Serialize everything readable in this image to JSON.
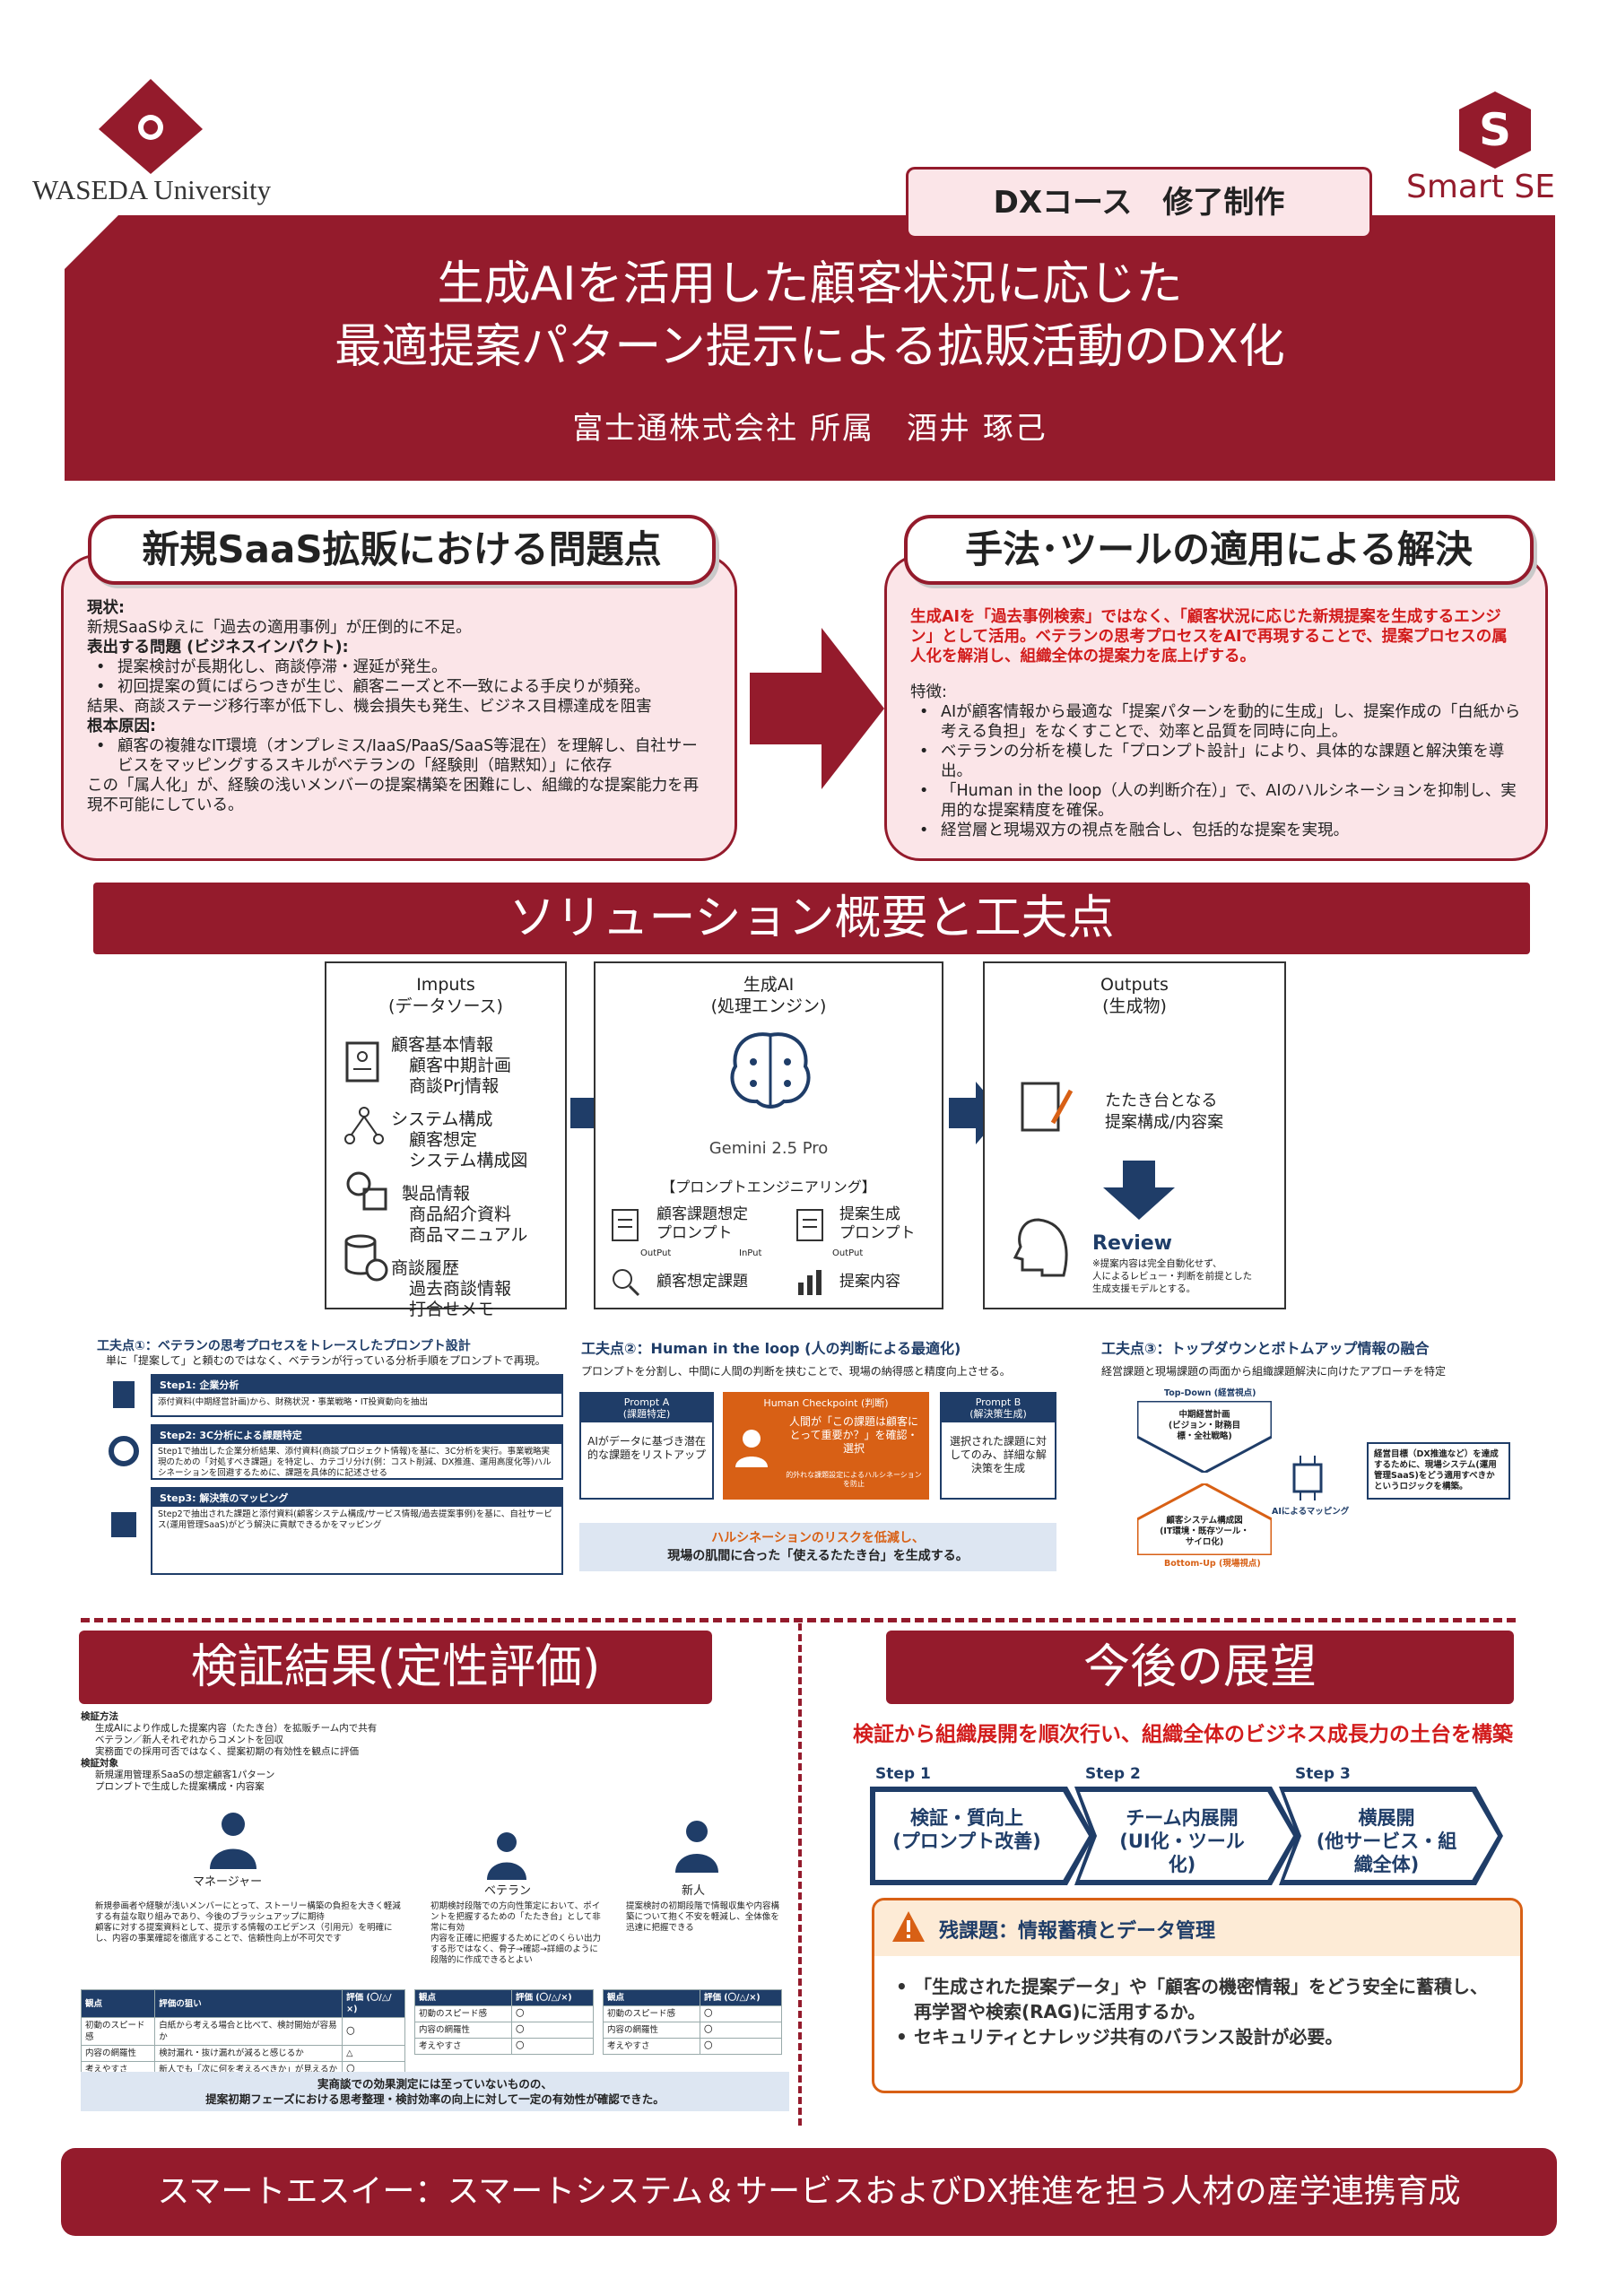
{
  "header": {
    "university": "WASEDA University",
    "smartse": "Smart SE",
    "course_tag": "DXコース　修了制作",
    "title_line1": "生成AIを活用した顧客状況に応じた",
    "title_line2": "最適提案パターン提示による拡販活動のDX化",
    "author": "富士通株式会社 所属　酒井 琢己"
  },
  "problem": {
    "heading": "新規SaaS拡販における問題点",
    "status_label": "現状:",
    "status_text": "新規SaaSゆえに「過去の適用事例」が圧倒的に不足。",
    "impact_label": "表出する問題 (ビジネスインパクト):",
    "impact_items": [
      "提案検討が長期化し、商談停滞・遅延が発生。",
      "初回提案の質にばらつきが生じ、顧客ニーズと不一致による手戻りが頻発。"
    ],
    "impact_text": "結果、商談ステージ移行率が低下し、機会損失も発生、ビジネス目標達成を阻害",
    "cause_label": "根本原因:",
    "cause_items": [
      "顧客の複雑なIT環境（オンプレミス/IaaS/PaaS/SaaS等混在）を理解し、自社サービスをマッピングするスキルがベテランの「経験則（暗黙知）」に依存"
    ],
    "cause_text": "この「属人化」が、経験の浅いメンバーの提案構築を困難にし、組織的な提案能力を再現不可能にしている。"
  },
  "solution": {
    "heading": "手法･ツールの適用による解決",
    "lead": "生成AIを「過去事例検索」ではなく、「顧客状況に応じた新規提案を生成するエンジン」として活用。ベテランの思考プロセスをAIで再現することで、提案プロセスの属人化を解消し、組織全体の提案力を底上げする。",
    "feature_label": "特徴:",
    "items": [
      "AIが顧客情報から最適な「提案パターンを動的に生成」し、提案作成の「白紙から考える負担」をなくすことで、効率と品質を同時に向上。",
      "ベテランの分析を模した「プロンプト設計」により、具体的な課題と解決策を導出。",
      "「Human in the loop（人の判断介在）」で、AIのハルシネーションを抑制し、実用的な提案精度を確保。",
      "経営層と現場双方の視点を融合し、包括的な提案を実現。"
    ]
  },
  "overview": {
    "heading": "ソリューション概要と工夫点",
    "inputs_title": "Imputs\n(データソース)",
    "inputs": [
      {
        "name": "顧客基本情報",
        "subs": [
          "顧客中期計画",
          "商談Prj情報"
        ]
      },
      {
        "name": "システム構成",
        "subs": [
          "顧客想定",
          "システム構成図"
        ]
      },
      {
        "name": "製品情報",
        "subs": [
          "商品紹介資料",
          "商品マニュアル"
        ]
      },
      {
        "name": "商談履歴",
        "subs": [
          "過去商談情報",
          "打合せメモ"
        ]
      }
    ],
    "ai_title": "生成AI\n(処理エンジン)",
    "ai_model": "Gemini 2.5 Pro",
    "prompt_label": "【プロンプトエンジニアリング】",
    "p1": "顧客課題想定\nプロンプト",
    "p2": "提案生成\nプロンプト",
    "p3": "顧客想定課題",
    "p4": "提案内容",
    "output_lbl": "OutPut",
    "input_lbl": "InPut",
    "outputs_title": "Outputs\n(生成物)",
    "output_item": "たたき台となる\n提案構成/内容案",
    "review": "Review",
    "review_note": "※提案内容は完全自動化せず、\n人によるレビュー・判断を前提とした\n生成支援モデルとする。"
  },
  "points": [
    {
      "title": "工夫点①：ベテランの思考プロセスをトレースしたプロンプト設計",
      "sub": "単に「提案して」と頼むのではなく、ベテランが行っている分析手順をプロンプトで再現。",
      "steps": [
        {
          "h": "Step1: 企業分析",
          "t": "添付資料(中期経営計画)から、財務状況・事業戦略・IT投資動向を抽出"
        },
        {
          "h": "Step2: 3C分析による課題特定",
          "t": "Step1で抽出した企業分析結果、添付資料(商談プロジェクト情報)を基に、3C分析を実行。事業戦略実現のための「対処すべき課題」を特定し、カテゴリ分け(例：コスト削減、DX推進、運用高度化等)ハルシネーションを回避するために、課題を具体的に記述させる"
        },
        {
          "h": "Step3: 解決策のマッピング",
          "t": "Step2で抽出された課題と添付資料(顧客システム構成/サービス情報/過去提案事例)を基に、自社サービス(運用管理SaaS)がどう解決に貢献できるかをマッピング"
        }
      ]
    },
    {
      "title": "工夫点②：Human in the loop (人の判断による最適化)",
      "sub": "プロンプトを分割し、中間に人間の判断を挟むことで、現場の納得感と精度向上させる。",
      "a_head": "Prompt A\n(課題特定)",
      "a_text": "AIがデータに基づき潜在的な課題をリストアップ",
      "hc_head": "Human Checkpoint (判断)",
      "hc_text": "人間が「この課題は顧客にとって重要か？」を確認・選択",
      "hc_note": "的外れな課題設定によるハルシネーションを防止",
      "b_head": "Prompt B\n(解決策生成)",
      "b_text": "選択された課題に対してのみ、詳細な解決策を生成",
      "bottom1": "ハルシネーションのリスクを低減し、",
      "bottom2": "現場の肌間に合った「使えるたたき台」を生成する。"
    },
    {
      "title": "工夫点③：トップダウンとボトムアップ情報の融合",
      "sub": "経営課題と現場課題の両面から組織課題解決に向けたアプローチを特定",
      "top": "Top-Down (経営視点)",
      "top_box": "中期経営計画\n(ビジョン・財務目標・全社戦略)",
      "bottom": "Bottom-Up (現場視点)",
      "bottom_box": "顧客システム構成図\n(IT環境・既存ツール・サイロ化)",
      "ai_map": "AIによるマッピング",
      "result": "経営目標（DX推進など）を達成するために、現場システム(運用管理SaaS)をどう適用すべきかというロジックを構築。"
    }
  ],
  "verification": {
    "heading": "検証結果(定性評価)",
    "method_label": "検証方法",
    "method_items": [
      "生成AIにより作成した提案内容（たたき台）を拡販チーム内で共有",
      "ベテラン／新人それぞれからコメントを回収",
      "実務面での採用可否ではなく、提案初期の有効性を観点に評価"
    ],
    "target_label": "検証対象",
    "target_items": [
      "新規運用管理系SaaSの想定顧客1パターン",
      "プロンプトで生成した提案構成・内容案"
    ],
    "roles": [
      {
        "name": "マネージャー",
        "notes": [
          "新規参画者や経験が浅いメンバーにとって、ストーリー構築の負担を大きく軽減する有益な取り組みであり、今後のブラッシュアップに期待",
          "顧客に対する提案資料として、提示する情報のエビデンス（引用元）を明確にし、内容の事業確認を徹底することで、信頼性向上が不可欠です"
        ]
      },
      {
        "name": "ベテラン",
        "notes": [
          "初期検討段階での方向性策定において、ポイントを把握するための「たたき台」として非常に有効",
          "内容を正確に把握するためにどのくらい出力する形ではなく、骨子→確認→詳細のように段階的に作成できるとよい"
        ]
      },
      {
        "name": "新人",
        "notes": [
          "提案検討の初期段階で情報収集や内容構築について抱く不安を軽減し、全体像を迅速に把握できる"
        ]
      }
    ],
    "table_headers": [
      "観点",
      "評価の狙い",
      "評価 (〇/△/×)"
    ],
    "table_headers2": [
      "観点",
      "評価 (〇/△/×)"
    ],
    "rows": [
      [
        "初動のスピード感",
        "白紙から考える場合と比べて、検討開始が容易か",
        "〇"
      ],
      [
        "内容の網羅性",
        "検討漏れ・抜け漏れが減ると感じるか",
        "△"
      ],
      [
        "考えやすさ",
        "新人でも「次に何を考えるべきか」が見えるか",
        "〇"
      ]
    ],
    "rows_v": [
      "〇",
      "〇",
      "〇"
    ],
    "rows_n": [
      "〇",
      "〇",
      "〇"
    ],
    "summary1": "実商談での効果測定には至っていないものの、",
    "summary2": "提案初期フェーズにおける思考整理・検討効率の向上に対して一定の有効性が確認できた。"
  },
  "outlook": {
    "heading": "今後の展望",
    "lead": "検証から組織展開を順次行い、組織全体のビジネス成長力の土台を構築",
    "steps": [
      {
        "label": "Step 1",
        "text": "検証・質向上\n(プロンプト改善)"
      },
      {
        "label": "Step 2",
        "text": "チーム内展開\n(UI化・ツール化)"
      },
      {
        "label": "Step 3",
        "text": "横展開\n(他サービス・組織全体)"
      }
    ],
    "issue_title": "残課題：情報蓄積とデータ管理",
    "issues": [
      "「生成された提案データ」や「顧客の機密情報」をどう安全に蓄積し、再学習や検索(RAG)に活用するか。",
      "セキュリティとナレッジ共有のバランス設計が必要。"
    ]
  },
  "footer": "スマートエスイー：スマートシステム＆サービスおよびDX推進を担う人材の産学連携育成",
  "colors": {
    "primary": "#941b2c",
    "navy": "#1f3d68",
    "orange": "#d86015"
  }
}
